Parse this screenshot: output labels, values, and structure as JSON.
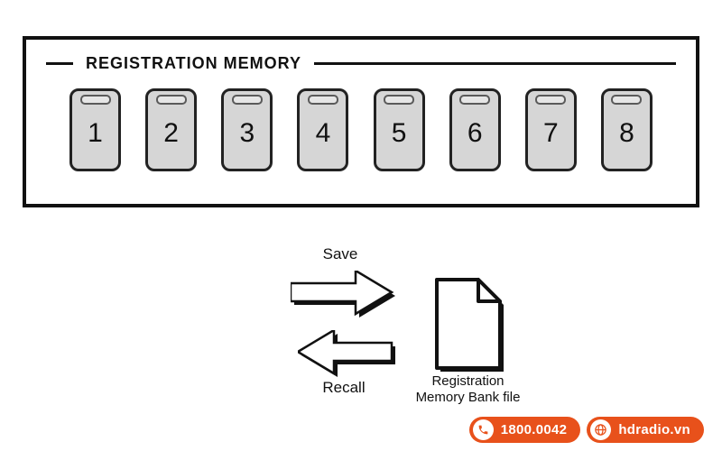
{
  "panel": {
    "title": "REGISTRATION MEMORY",
    "buttons": [
      "1",
      "2",
      "3",
      "4",
      "5",
      "6",
      "7",
      "8"
    ]
  },
  "flow": {
    "save_label": "Save",
    "recall_label": "Recall",
    "file_caption_line1": "Registration",
    "file_caption_line2": "Memory Bank file"
  },
  "footer": {
    "phone": "1800.0042",
    "website": "hdradio.vn",
    "accent_color": "#E8511B"
  },
  "icons": {
    "save_arrow": "right-block-arrow",
    "recall_arrow": "left-block-arrow",
    "bank_file": "document-with-folded-corner",
    "phone": "phone-handset",
    "globe": "globe"
  }
}
